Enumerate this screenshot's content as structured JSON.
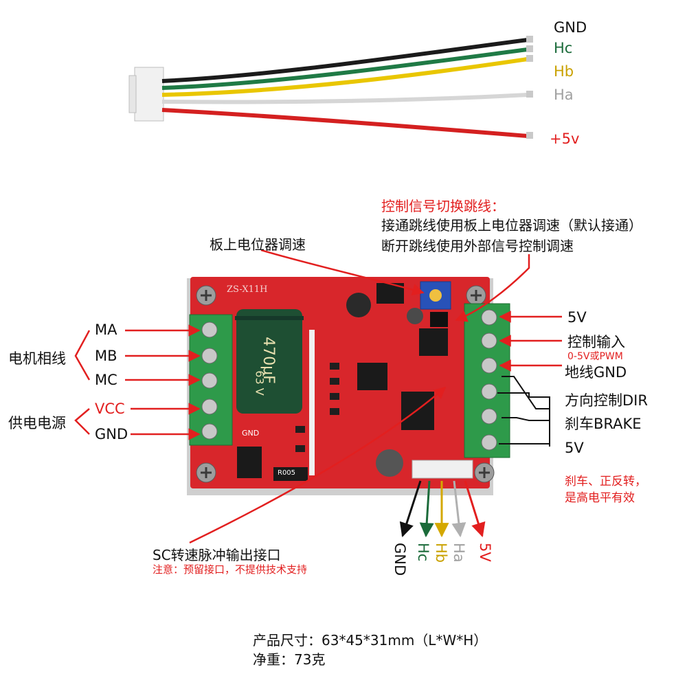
{
  "top_wires": {
    "gnd": "GND",
    "hc": "Hc",
    "hb": "Hb",
    "ha": "Ha",
    "plus5v": "+5v"
  },
  "jumper_note": {
    "title": "控制信号切换跳线：",
    "line1": "接通跳线使用板上电位器调速（默认接通）",
    "line2": "断开跳线使用外部信号控制调速"
  },
  "pot_label": "板上电位器调速",
  "board": {
    "silk_model": "ZS-X11H",
    "cap_value": "470μF",
    "cap_voltage": "63 V",
    "resistor": "R005",
    "gnd_silk": "GND"
  },
  "left_terminals": {
    "ma": "MA",
    "mb": "MB",
    "mc": "MC",
    "vcc": "VCC",
    "gnd": "GND",
    "motor_phase": "电机相线",
    "power_supply": "供电电源"
  },
  "right_terminals": {
    "v5_top": "5V",
    "control_input": "控制输入",
    "control_input_note": "0-5V或PWM",
    "ground": "地线GND",
    "direction": "方向控制DIR",
    "brake": "刹车BRAKE",
    "v5_bottom": "5V",
    "note_line1": "刹车、正反转，",
    "note_line2": "是高电平有效"
  },
  "hall_connector": {
    "gnd": "GND",
    "hc": "Hc",
    "hb": "Hb",
    "ha": "Ha",
    "v5": "5V"
  },
  "sc_port": {
    "label": "SC转速脉冲输出接口",
    "note": "注意：预留接口，不提供技术支持"
  },
  "product": {
    "size": "产品尺寸：63*45*31mm（L*W*H）",
    "weight": "净重：73克"
  },
  "colors": {
    "pcb": "#d8262b",
    "terminal": "#2e9a4a",
    "arrow": "#e21f1f",
    "gnd_wire": "#111111",
    "hc_wire": "#1b6b3a",
    "hb_wire": "#e6c200",
    "ha_wire": "#cfcfcf",
    "v5_wire": "#d42020"
  }
}
